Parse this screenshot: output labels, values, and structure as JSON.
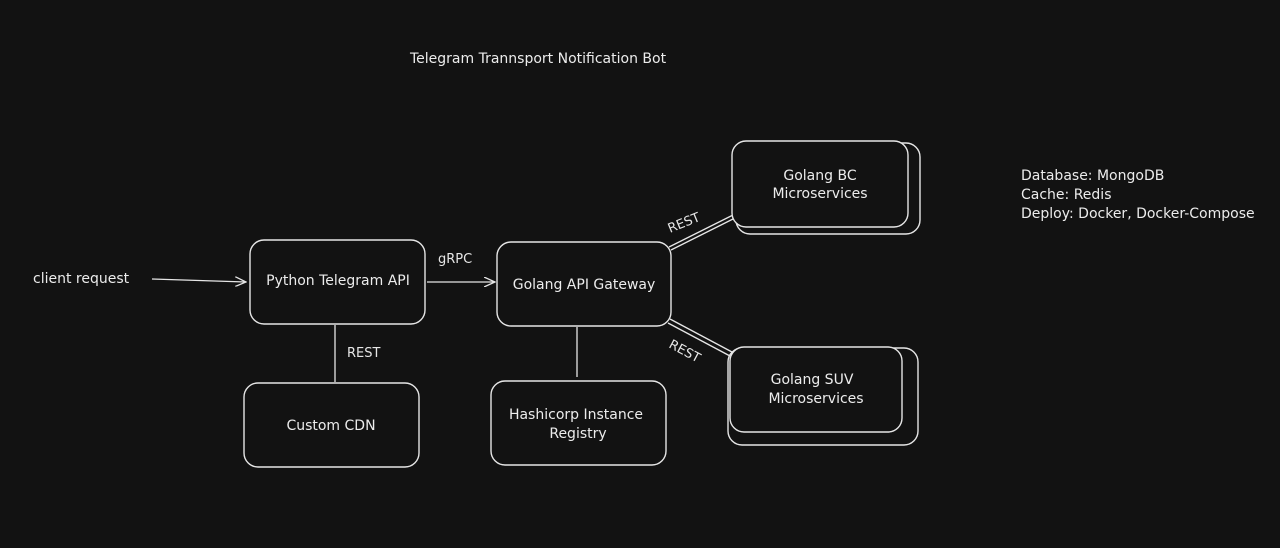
{
  "title": "Telegram Trannsport Notification Bot",
  "client_request": "client request",
  "nodes": {
    "python_api": [
      "Python Telegram API"
    ],
    "gateway": [
      "Golang API Gateway"
    ],
    "cdn": [
      "Custom CDN"
    ],
    "registry": [
      "Hashicorp Instance",
      "Registry"
    ],
    "bc": [
      "Golang BC",
      "Microservices"
    ],
    "suv": [
      "Golang SUV",
      "Microservices"
    ]
  },
  "edges": {
    "grpc": "gRPC",
    "rest_cdn": "REST",
    "rest_bc": "REST",
    "rest_suv": "REST"
  },
  "stack_notes": [
    "Database: MongoDB",
    "Cache: Redis",
    "Deploy: Docker, Docker-Compose"
  ],
  "colors": {
    "background": "#121212",
    "stroke": "#e6e6e6",
    "text": "#ececec"
  }
}
